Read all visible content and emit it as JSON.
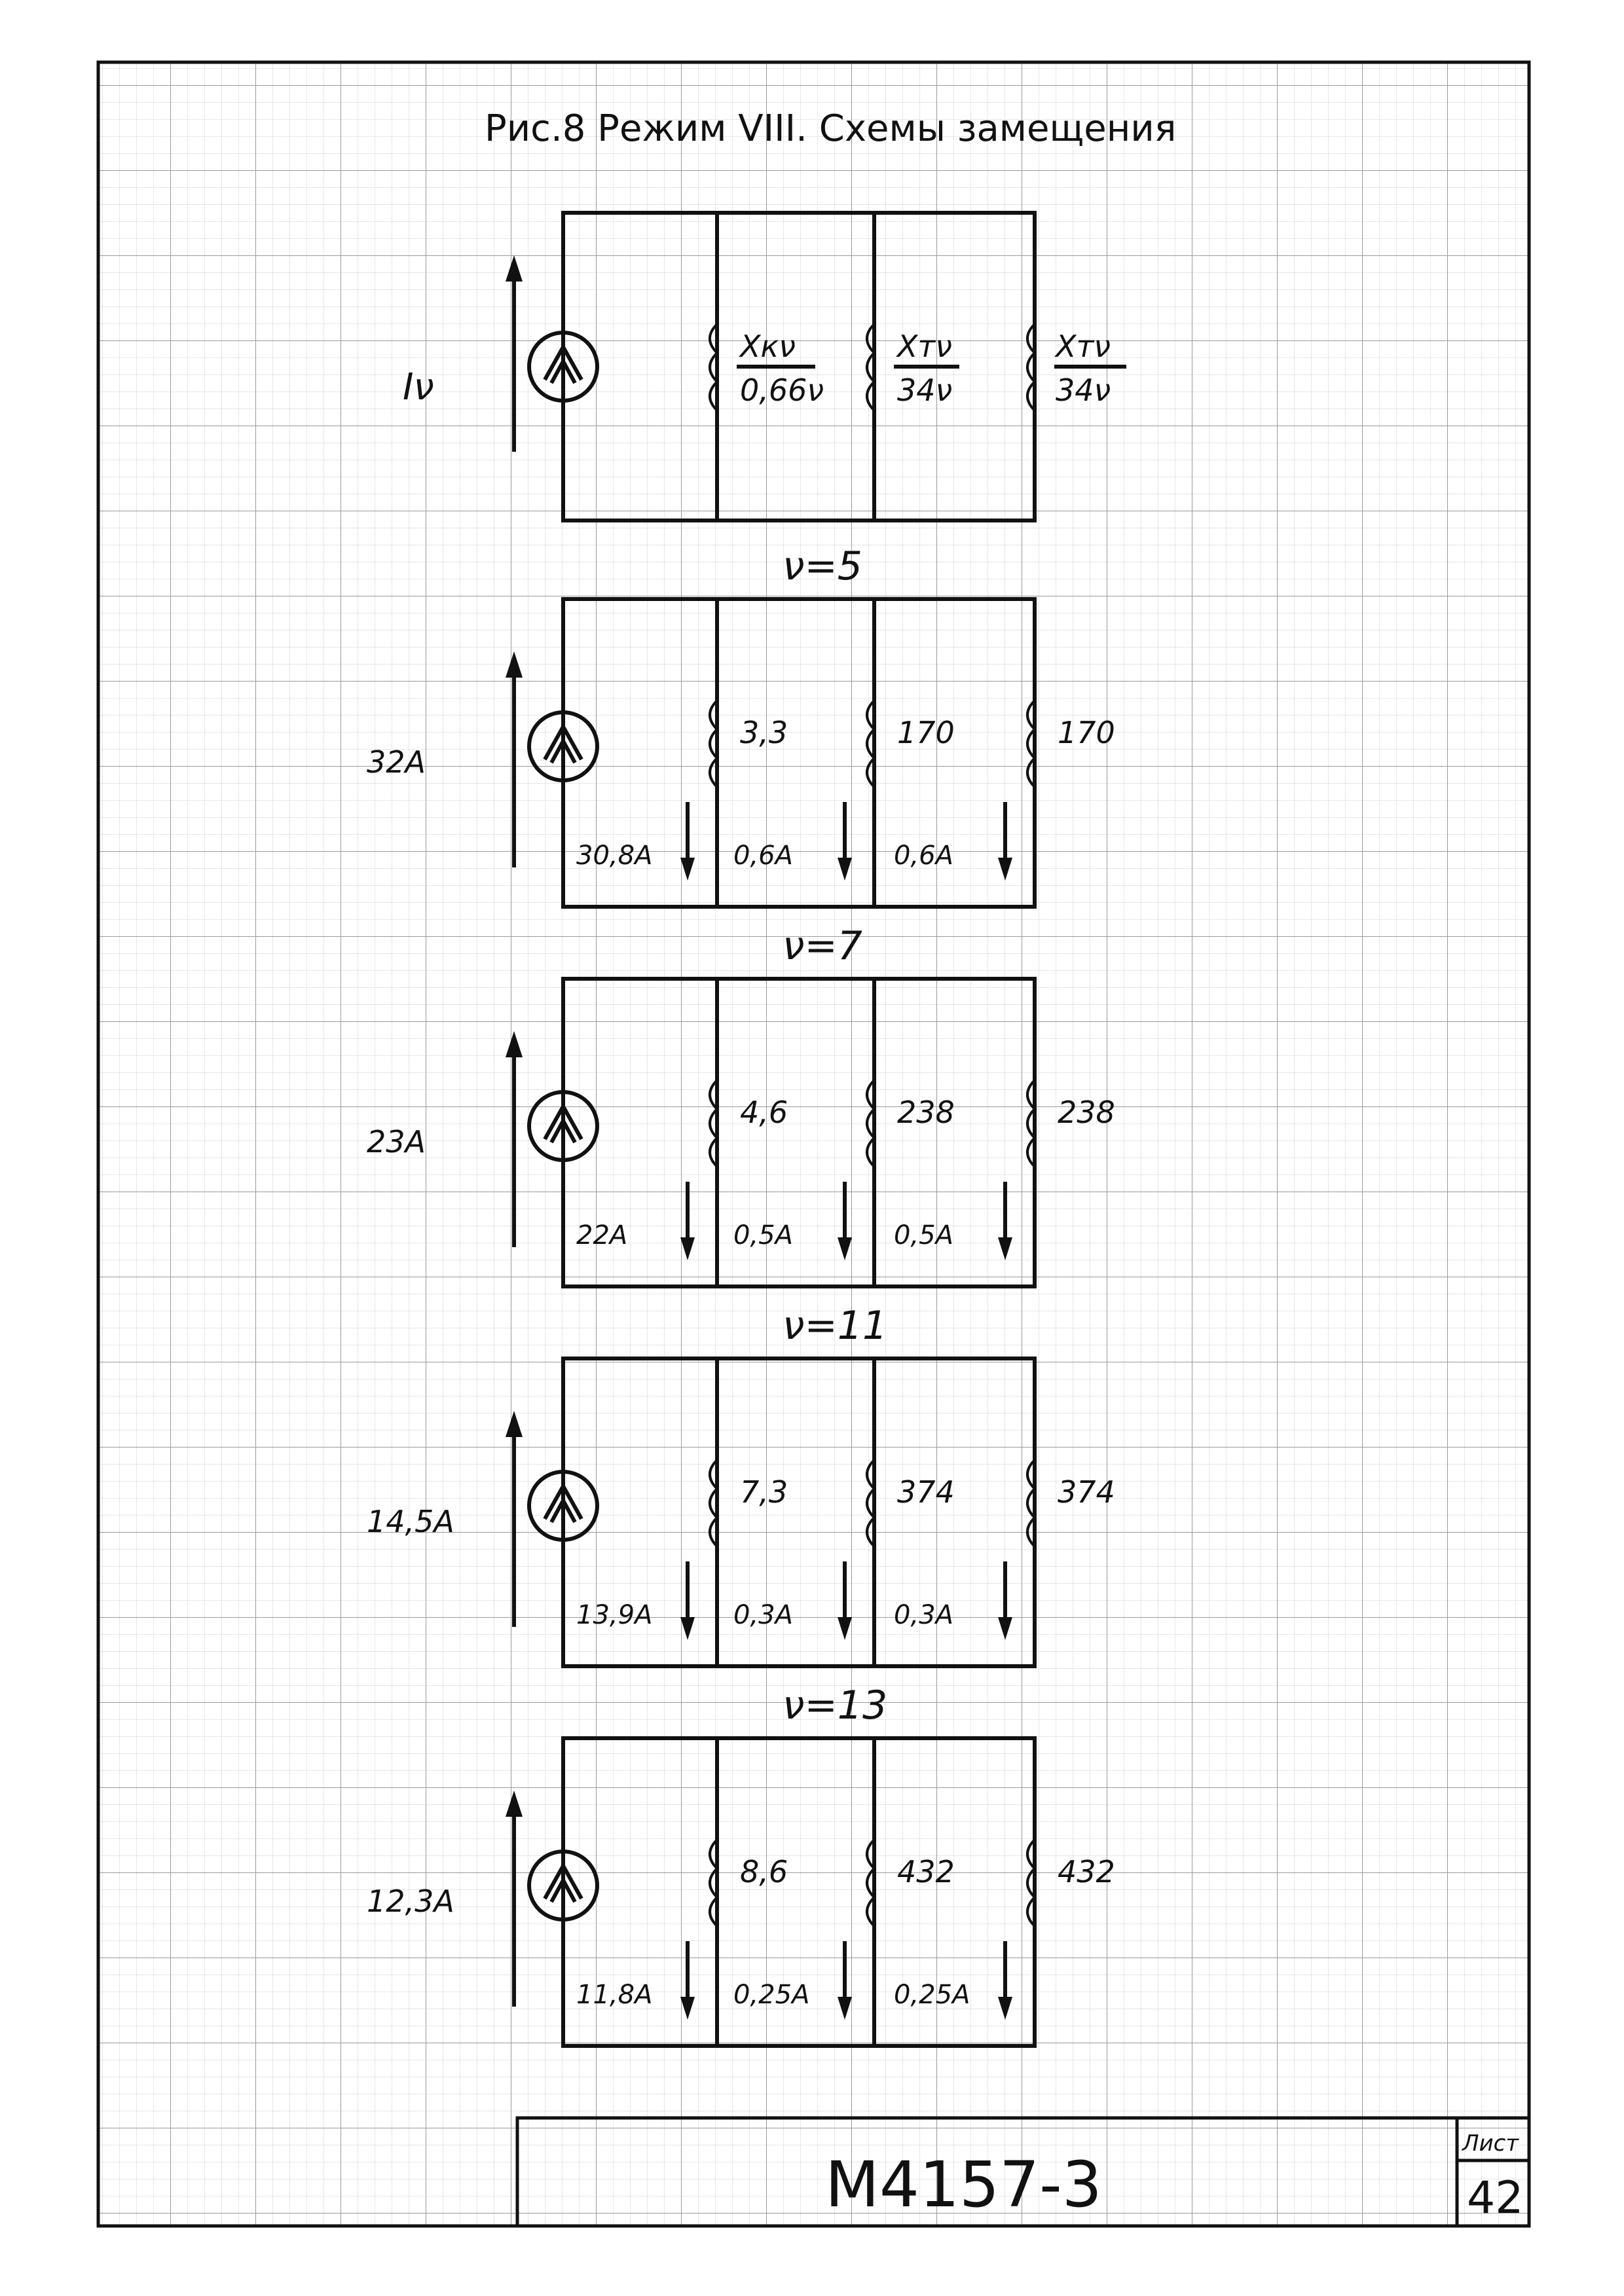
{
  "title": "Рис.8  Режим VIII. Схемы замещения",
  "current_symbol": "Iν",
  "header_circuit": {
    "branches": [
      {
        "numerator": "Xкν",
        "denominator": "0,66ν"
      },
      {
        "numerator": "Xтν",
        "denominator": "34ν"
      },
      {
        "numerator": "Xтν",
        "denominator": "34ν"
      }
    ]
  },
  "circuits": [
    {
      "harmonic": "ν=5",
      "source_current": "32А",
      "branches": [
        {
          "value": "3,3",
          "current": "30,8А"
        },
        {
          "value": "170",
          "current": "0,6А"
        },
        {
          "value": "170",
          "current": "0,6А"
        }
      ]
    },
    {
      "harmonic": "ν=7",
      "source_current": "23А",
      "branches": [
        {
          "value": "4,6",
          "current": "22А"
        },
        {
          "value": "238",
          "current": "0,5А"
        },
        {
          "value": "238",
          "current": "0,5А"
        }
      ]
    },
    {
      "harmonic": "ν=11",
      "source_current": "14,5А",
      "branches": [
        {
          "value": "7,3",
          "current": "13,9А"
        },
        {
          "value": "374",
          "current": "0,3А"
        },
        {
          "value": "374",
          "current": "0,3А"
        }
      ]
    },
    {
      "harmonic": "ν=13",
      "source_current": "12,3А",
      "branches": [
        {
          "value": "8,6",
          "current": "11,8А"
        },
        {
          "value": "432",
          "current": "0,25А"
        },
        {
          "value": "432",
          "current": "0,25А"
        }
      ]
    }
  ],
  "title_block": {
    "designation": "M4157-3",
    "sheet_label": "Лист",
    "sheet_number": "42"
  }
}
